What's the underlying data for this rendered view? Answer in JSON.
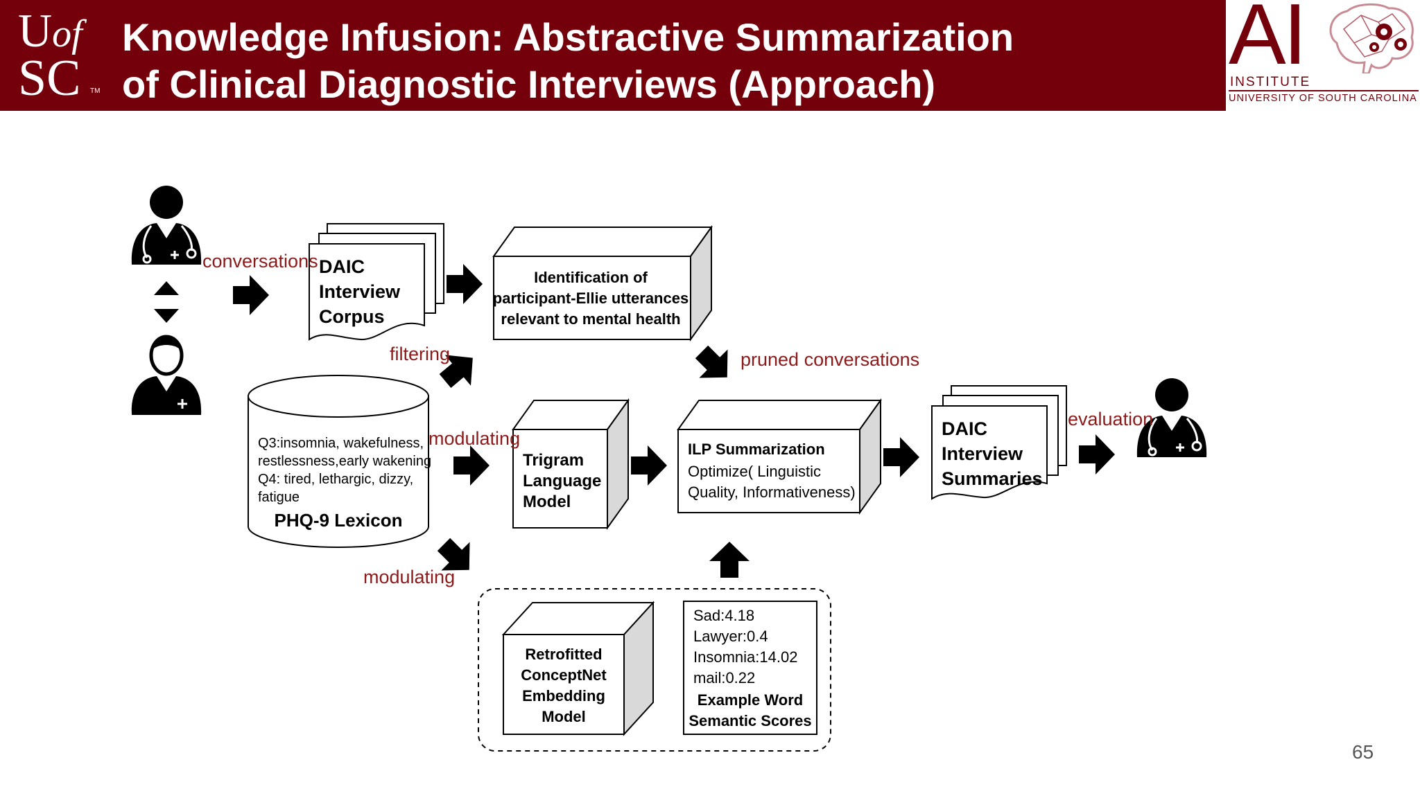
{
  "header": {
    "title_line1": "Knowledge Infusion: Abstractive Summarization",
    "title_line2": "of Clinical Diagnostic Interviews (Approach)",
    "usc_logo": {
      "line1_u": "U",
      "line1_of": "of",
      "line2": "SC",
      "tm": "TM"
    },
    "ai_logo": {
      "letters": "AI",
      "institute": "INSTITUTE",
      "university": "UNIVERSITY OF SOUTH CAROLINA",
      "icon": "brain-gears-icon"
    }
  },
  "diagram": {
    "labels": {
      "conversations": "conversations",
      "filtering": "filtering",
      "pruned": "pruned conversations",
      "modulating1": "modulating",
      "modulating2": "modulating",
      "evaluation": "evaluation"
    },
    "corpus": [
      "DAIC",
      "Interview",
      "Corpus"
    ],
    "identification": [
      "Identification of",
      "participant-Ellie utterances",
      "relevant to mental health"
    ],
    "lexicon": {
      "lines": [
        "Q3:insomnia,    wakefulness,",
        "restlessness,early wakening",
        "Q4:  tired,  lethargic,  dizzy,",
        "fatigue"
      ],
      "title": "PHQ-9 Lexicon"
    },
    "trigram": [
      "Trigram",
      "Language",
      "Model"
    ],
    "ilp": {
      "title": "ILP Summarization",
      "lines": [
        "Optimize( Linguistic",
        "Quality, Informativeness)"
      ]
    },
    "summaries": [
      "DAIC",
      "Interview",
      "Summaries"
    ],
    "conceptnet": [
      "Retrofitted",
      "ConceptNet",
      "Embedding",
      "Model"
    ],
    "scores": {
      "lines": [
        "Sad:4.18",
        "Lawyer:0.4",
        "Insomnia:14.02",
        "mail:0.22"
      ],
      "title": [
        "Example Word",
        "Semantic Scores"
      ]
    },
    "icons": [
      "clinician-icon",
      "patient-icon",
      "clinician-icon"
    ]
  },
  "page_number": "65",
  "colors": {
    "brand": "#73000a",
    "label_red": "#8b1a1a",
    "box_side": "#d9d9d9"
  }
}
